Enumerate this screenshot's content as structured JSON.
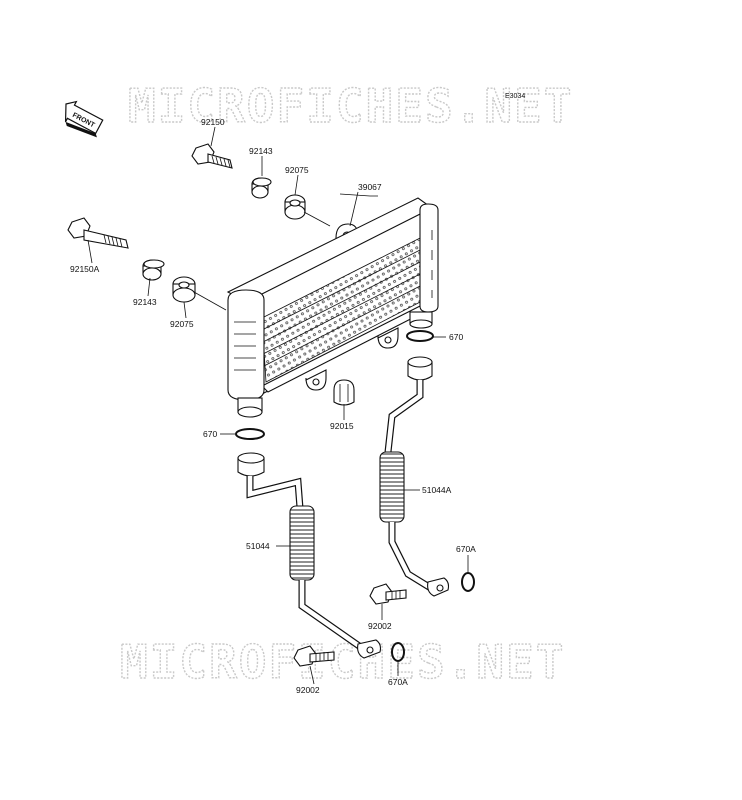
{
  "watermark": {
    "top": "MICROFICHES.NET",
    "bottom": "MICROFICHES.NET"
  },
  "diagram_code": "E3034",
  "direction": {
    "label": "FRONT",
    "icon": "front-arrow-icon"
  },
  "parts": [
    {
      "key": "p92150",
      "number": "92150"
    },
    {
      "key": "p92143a",
      "number": "92143"
    },
    {
      "key": "p92075a",
      "number": "92075"
    },
    {
      "key": "p39067",
      "number": "39067"
    },
    {
      "key": "p92150A",
      "number": "92150A"
    },
    {
      "key": "p92143b",
      "number": "92143"
    },
    {
      "key": "p92075b",
      "number": "92075"
    },
    {
      "key": "p670a",
      "number": "670"
    },
    {
      "key": "p670b",
      "number": "670"
    },
    {
      "key": "p92015",
      "number": "92015"
    },
    {
      "key": "p51044A",
      "number": "51044A"
    },
    {
      "key": "p51044",
      "number": "51044"
    },
    {
      "key": "p670Aa",
      "number": "670A"
    },
    {
      "key": "p92002a",
      "number": "92002"
    },
    {
      "key": "p92002b",
      "number": "92002"
    },
    {
      "key": "p670Ab",
      "number": "670A"
    }
  ]
}
